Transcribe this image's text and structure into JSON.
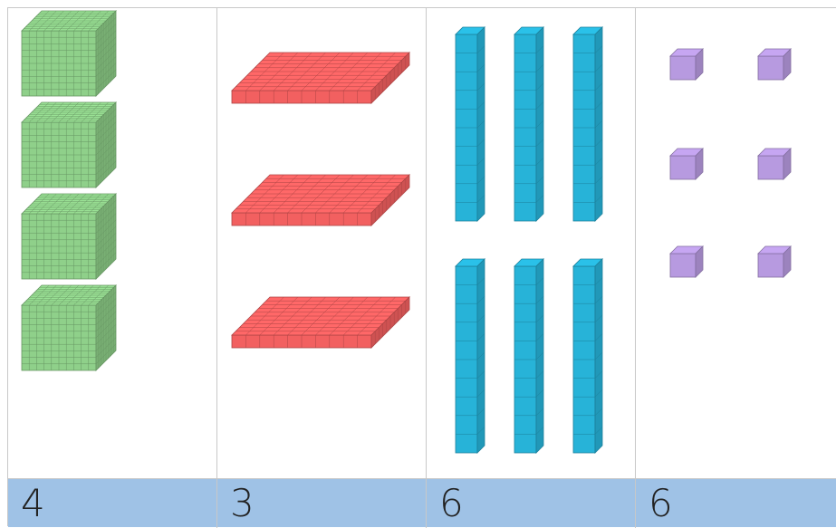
{
  "columns": [
    {
      "label": "4",
      "block_type": "thousands-cube",
      "count": 4,
      "color": "#8fd08a"
    },
    {
      "label": "3",
      "block_type": "hundreds-flat",
      "count": 3,
      "color": "#f26060"
    },
    {
      "label": "6",
      "block_type": "tens-rod",
      "count": 6,
      "color": "#27b3d8"
    },
    {
      "label": "6",
      "block_type": "ones-unit",
      "count": 6,
      "color": "#b79ae0"
    }
  ],
  "colors": {
    "count_bar": "#9fc2e6",
    "border": "#c8c8c8"
  }
}
